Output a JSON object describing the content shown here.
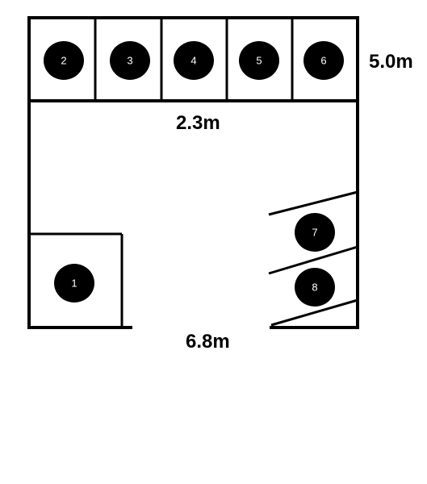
{
  "dimensions": {
    "right_side": "5.0m",
    "middle": "2.3m",
    "bottom": "6.8m"
  },
  "stations": [
    {
      "label": "2"
    },
    {
      "label": "3"
    },
    {
      "label": "4"
    },
    {
      "label": "5"
    },
    {
      "label": "6"
    },
    {
      "label": "1"
    },
    {
      "label": "7"
    },
    {
      "label": "8"
    }
  ]
}
